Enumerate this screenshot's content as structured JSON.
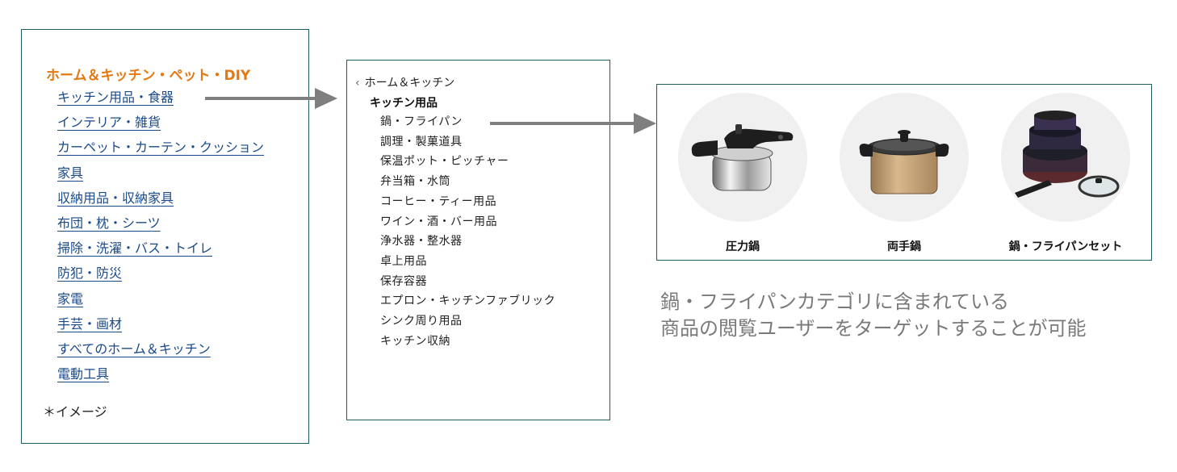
{
  "category_panel": {
    "title": "ホーム＆キッチン・ペット・DIY",
    "items": [
      "キッチン用品・食器",
      "インテリア・雑貨",
      "カーペット・カーテン・クッション",
      "家具",
      "収納用品・収納家具",
      "布団・枕・シーツ",
      "掃除・洗濯・バス・トイレ",
      "防犯・防災",
      "家電",
      "手芸・画材",
      "すべてのホーム＆キッチン",
      "電動工具"
    ],
    "note": "＊イメージ"
  },
  "subcategory_panel": {
    "back_label": "ホーム＆キッチン",
    "heading": "キッチン用品",
    "items": [
      "鍋・フライパン",
      "調理・製菓道具",
      "保温ポット・ピッチャー",
      "弁当箱・水筒",
      "コーヒー・ティー用品",
      "ワイン・酒・バー用品",
      "浄水器・整水器",
      "卓上用品",
      "保存容器",
      "エプロン・キッチンファブリック",
      "シンク周り用品",
      "キッチン収納"
    ]
  },
  "product_panel": {
    "products": [
      {
        "label": "圧力鍋",
        "icon": "pressure-cooker-icon"
      },
      {
        "label": "両手鍋",
        "icon": "two-handled-pot-icon"
      },
      {
        "label": "鍋・フライパンセット",
        "icon": "pan-set-icon"
      }
    ]
  },
  "caption": {
    "line1": "鍋・フライパンカテゴリに含まれている",
    "line2": "商品の閲覧ユーザーをターゲットすることが可能"
  },
  "colors": {
    "title_orange": "#e47911",
    "link_blue": "#1a4a8a",
    "border": "#1f5c5c",
    "arrow": "#7f7f7f",
    "caption": "#7a7a7a"
  }
}
